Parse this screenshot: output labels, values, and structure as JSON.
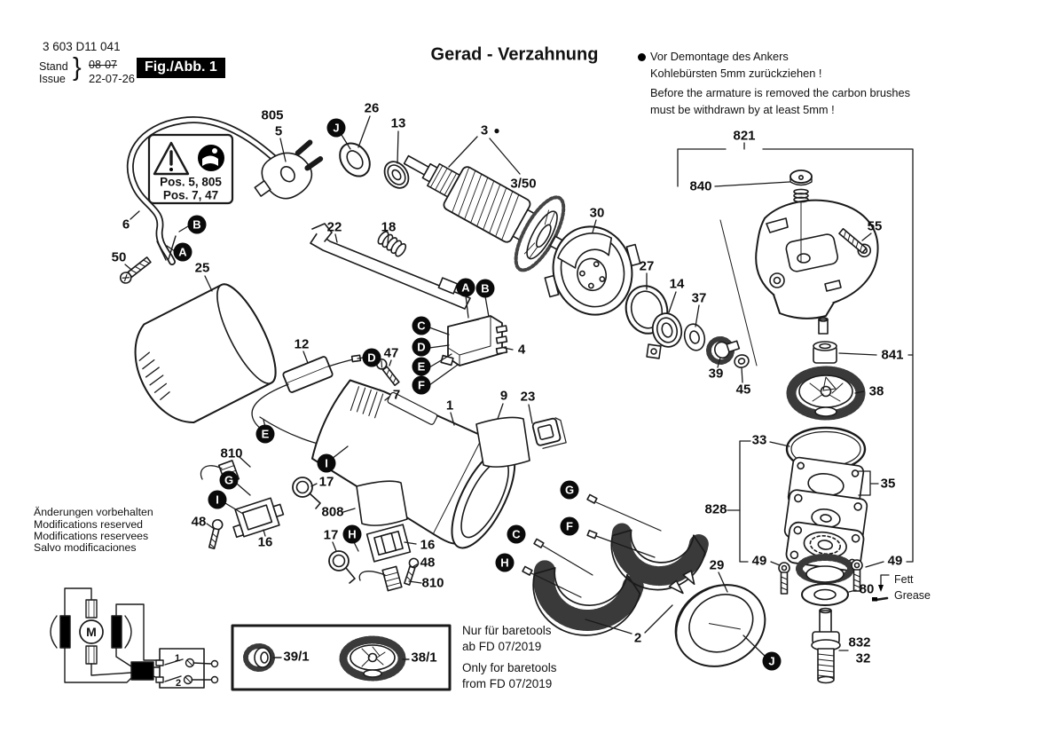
{
  "header": {
    "part_number": "3 603 D11 041",
    "stand_label": "Stand",
    "issue_label": "Issue",
    "brace": "}",
    "old_date": "08-07",
    "date": "22-07-26",
    "fig_label": "Fig./Abb. 1"
  },
  "title": "Gerad - Verzahnung",
  "top_note": {
    "bullet": "●",
    "de_line1": "Vor Demontage des Ankers",
    "de_line2": "Kohlebürsten 5mm zurückziehen !",
    "en_line1": "Before the armature is removed the carbon brushes",
    "en_line2": "must be withdrawn by at least 5mm !"
  },
  "warning_label": {
    "line1": "Pos. 5, 805",
    "line2": "Pos. 7, 47"
  },
  "grease_note": {
    "de": "Fett",
    "en": "Grease"
  },
  "baretools": {
    "de_line1": "Nur für baretools",
    "de_line2": "ab FD 07/2019",
    "en_line1": "Only for baretools",
    "en_line2": "from FD 07/2019"
  },
  "footer_notes": {
    "de": "Änderungen vorbehalten",
    "en": "Modifications reserved",
    "fr": "Modifications reservees",
    "es": "Salvo modificaciones"
  },
  "schematic": {
    "motor": "M",
    "t1": "1",
    "t2": "2"
  },
  "parts": {
    "p1": "1",
    "p2": "2",
    "p3": "3",
    "p3_dot": "●",
    "p3_50": "3/50",
    "p4": "4",
    "p5": "5",
    "p6": "6",
    "p7": "7",
    "p9": "9",
    "p12": "12",
    "p13": "13",
    "p14": "14",
    "p16": "16",
    "p17": "17",
    "p18": "18",
    "p22": "22",
    "p23": "23",
    "p25": "25",
    "p26": "26",
    "p27": "27",
    "p29": "29",
    "p30": "30",
    "p32": "32",
    "p33": "33",
    "p35": "35",
    "p37": "37",
    "p38": "38",
    "p38_1": "38/1",
    "p39": "39",
    "p39_1": "39/1",
    "p45": "45",
    "p47": "47",
    "p48": "48",
    "p49": "49",
    "p50": "50",
    "p55": "55",
    "p80": "80",
    "p805": "805",
    "p808": "808",
    "p810": "810",
    "p821": "821",
    "p828": "828",
    "p832": "832",
    "p840": "840",
    "p841": "841"
  },
  "connectors": {
    "A": "A",
    "B": "B",
    "C": "C",
    "D": "D",
    "E": "E",
    "F": "F",
    "G": "G",
    "H": "H",
    "I": "I",
    "J": "J"
  }
}
